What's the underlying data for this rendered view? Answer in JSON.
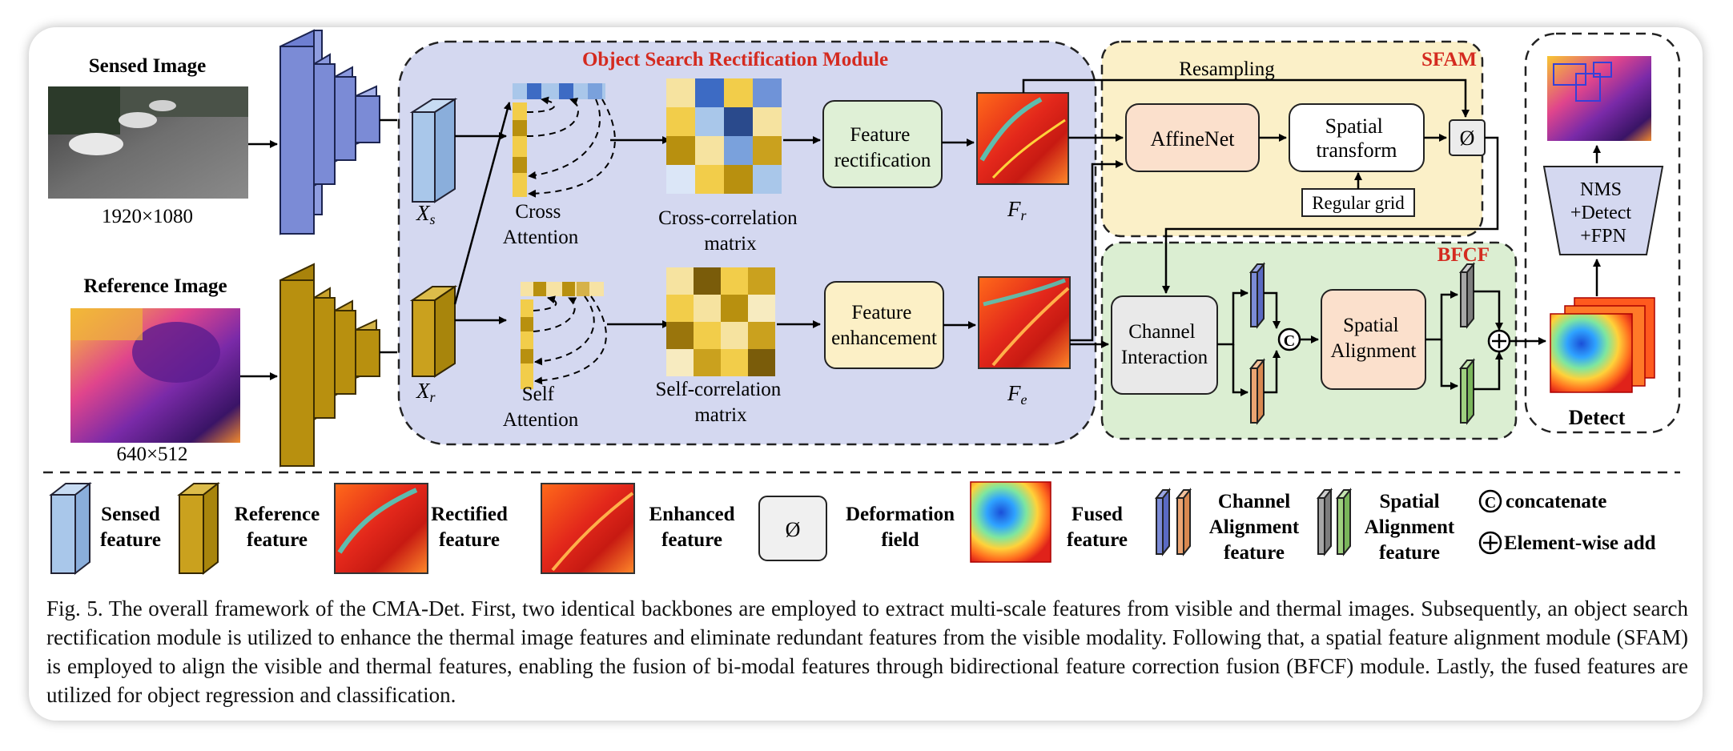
{
  "sensed": {
    "title": "Sensed Image",
    "size": "1920×1080"
  },
  "reference": {
    "title": "Reference Image",
    "size": "640×512"
  },
  "osrm": {
    "title": "Object Search Rectification Module",
    "xs_label": "X",
    "xs_sub": "s",
    "xr_label": "X",
    "xr_sub": "r",
    "cross_attention": [
      "Cross",
      "Attention"
    ],
    "self_attention": [
      "Self",
      "Attention"
    ],
    "cross_matrix": [
      "Cross-correlation",
      "matrix"
    ],
    "self_matrix": [
      "Self-correlation",
      "matrix"
    ],
    "rectification": [
      "Feature",
      "rectification"
    ],
    "enhancement": [
      "Feature",
      "enhancement"
    ],
    "fr_label": "F",
    "fr_sub": "r",
    "fe_label": "F",
    "fe_sub": "e"
  },
  "sfam": {
    "title": "SFAM",
    "resampling": "Resampling",
    "affinenet": "AffineNet",
    "spatial_transform": [
      "Spatial",
      "transform"
    ],
    "regular_grid": "Regular grid",
    "deform_symbol": "Ø"
  },
  "bfcf": {
    "title": "BFCF",
    "channel_interaction": [
      "Channel",
      "Interaction"
    ],
    "spatial_alignment": [
      "Spatial",
      "Alignment"
    ],
    "concat_symbol": "C",
    "add_symbol": "+"
  },
  "detect": {
    "head": [
      "NMS",
      "+Detect",
      "+FPN"
    ],
    "label": "Detect"
  },
  "legend": {
    "sensed": [
      "Sensed",
      "feature"
    ],
    "reference": [
      "Reference",
      "feature"
    ],
    "rectified": [
      "Rectified",
      "feature"
    ],
    "enhanced": [
      "Enhanced",
      "feature"
    ],
    "deformation_symbol": "Ø",
    "deformation": [
      "Deformation",
      "field"
    ],
    "fused": [
      "Fused",
      "feature"
    ],
    "channel": [
      "Channel",
      "Alignment",
      "feature"
    ],
    "spatial": [
      "Spatial",
      "Alignment",
      "feature"
    ],
    "concatenate": "concatenate",
    "add": "Element-wise add"
  },
  "caption": "Fig. 5. The overall framework of the CMA-Det. First, two identical backbones are employed to extract multi-scale features from visible and thermal images. Subsequently, an object search rectification module is utilized to enhance the thermal image features and eliminate redundant features from the visible modality. Following that, a spatial feature alignment module (SFAM) is employed to align the visible and thermal features, enabling the fusion of bi-modal features through bidirectional feature correction fusion (BFCF) module. Lastly, the fused features are utilized for object regression and classification.",
  "colors": {
    "osrm_bg": "#d4d8f0",
    "sfam_bg": "#fbf0c8",
    "bfcf_bg": "#dbeed2",
    "module_title": "#d42a1f",
    "sensed_blue": "#7b8bd6",
    "reference_gold": "#b8900f",
    "light_blue": "#a9c7ea",
    "gold": "#caa11e"
  }
}
